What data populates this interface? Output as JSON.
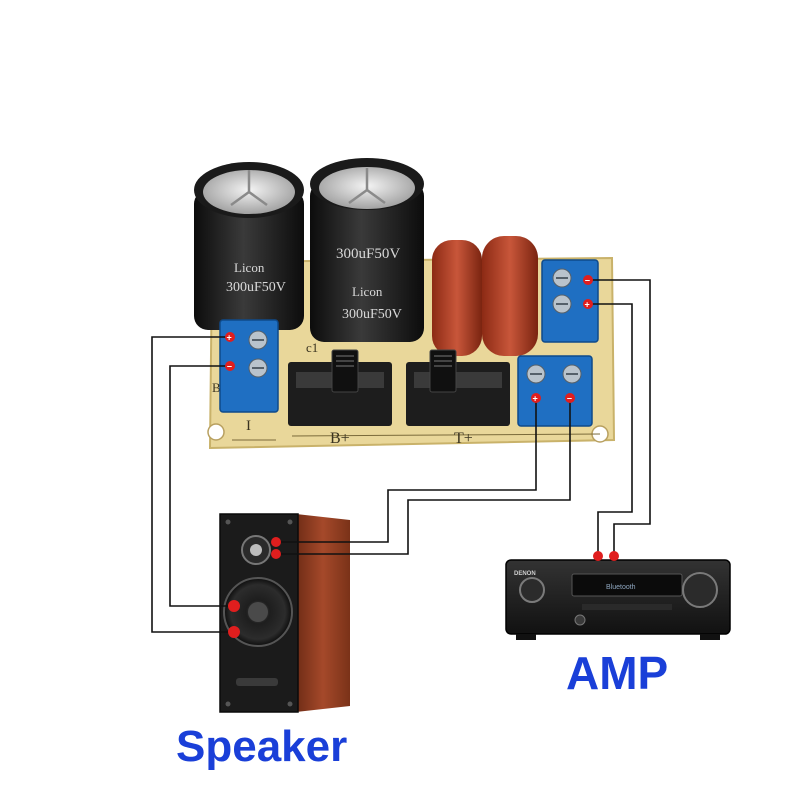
{
  "labels": {
    "amp": "AMP",
    "speaker": "Speaker"
  },
  "board": {
    "cap1_line1": "Licon",
    "cap1_line2": "300uF50V",
    "cap2_line1": "300uF50V",
    "cap2_line2": "Licon",
    "cap2_line3": "300uF50V",
    "switch_b_label": "B+",
    "switch_t_label": "T+",
    "woofer_terminal_label": "I",
    "side_label_c1": "c1",
    "side_label_b": "B"
  },
  "amp_panel": {
    "brand": "DENON",
    "display": "Bluetooth"
  },
  "terminal_marks": {
    "plus": "+",
    "minus": "−"
  },
  "colors": {
    "caption": "#1a3fd8",
    "pcb": "#e9d79a",
    "terminal_block": "#1f6fc2",
    "capacitor_film": "#b03a22",
    "capacitor_electrolytic": "#1b1b1b",
    "speaker_cabinet": "#8a3a1e",
    "amp_body": "#1c1c1c",
    "wire": "#111111",
    "connector_dot": "#e01e1e"
  }
}
